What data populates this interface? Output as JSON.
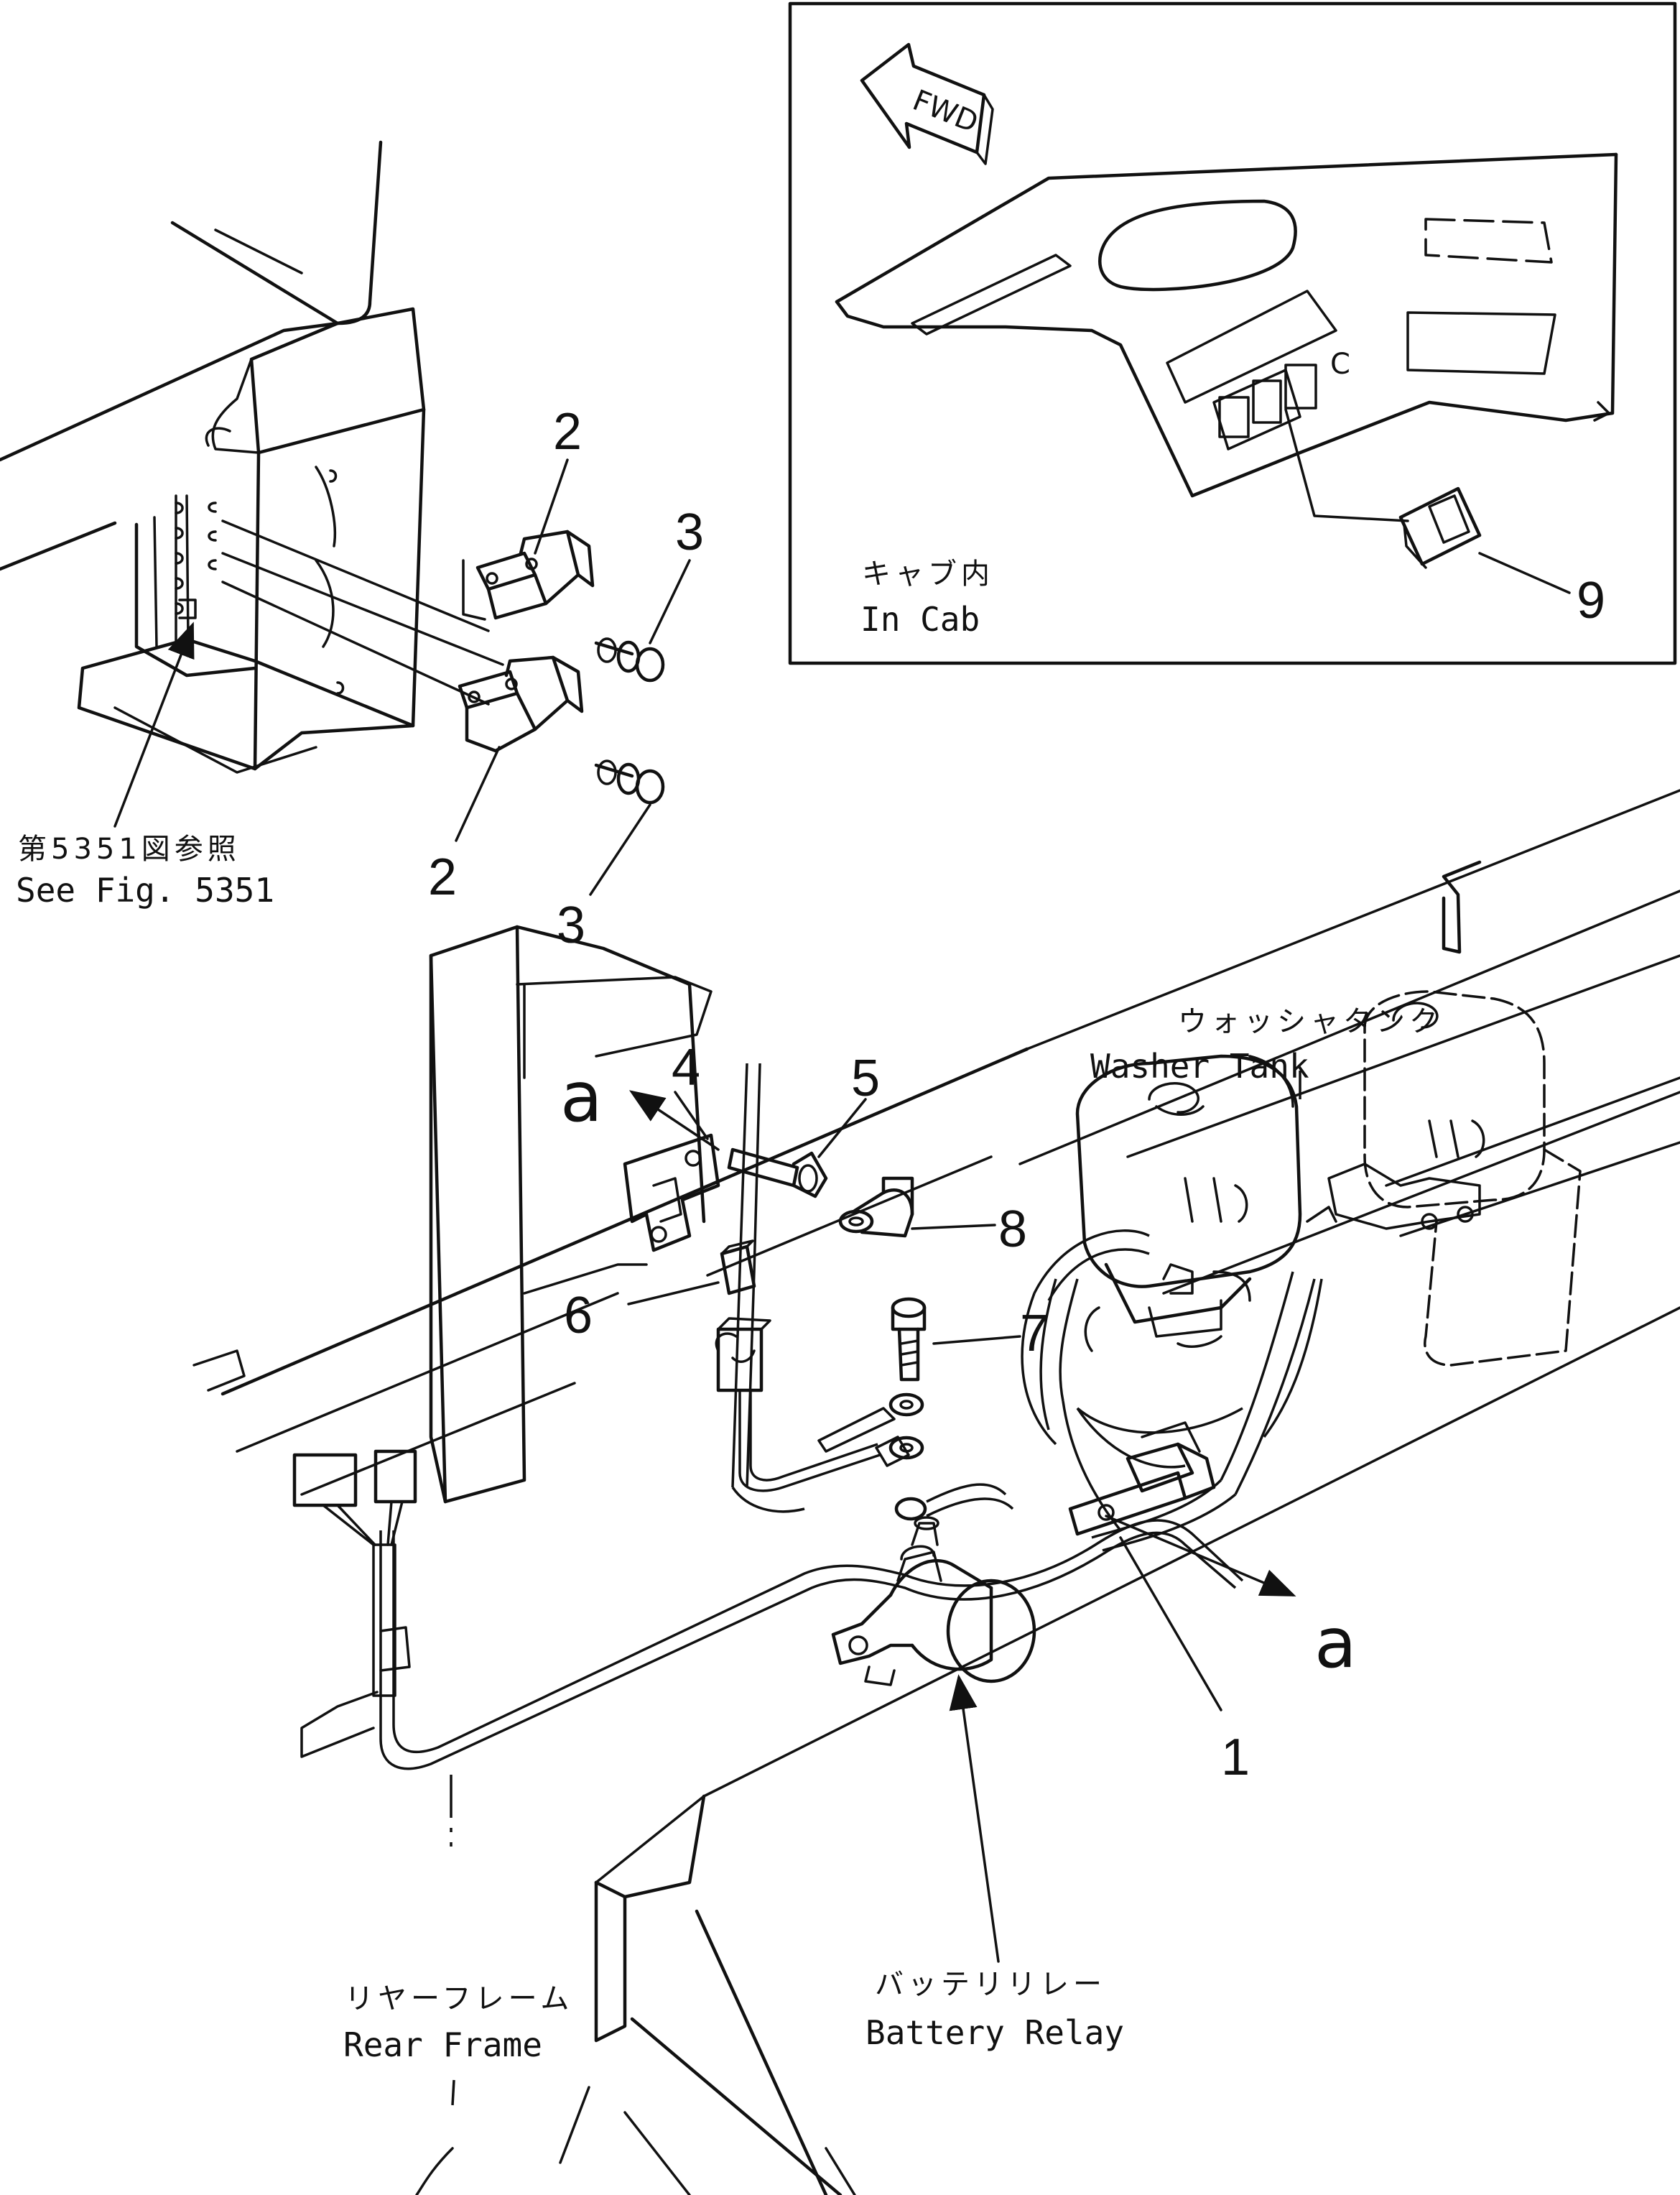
{
  "inset": {
    "direction_label": "FWD",
    "label_jp": "キャブ内",
    "label_en": "In  Cab",
    "switch_tag": "C"
  },
  "callouts": {
    "p1": "1",
    "p2a": "2",
    "p2b": "2",
    "p3a": "3",
    "p3b": "3",
    "p4": "4",
    "p5": "5",
    "p6": "6",
    "p7": "7",
    "p8": "8",
    "p9": "9",
    "ref_a_top": "a",
    "ref_a_bottom": "a"
  },
  "labels": {
    "see_fig_jp": "第5351図参照",
    "see_fig_en": "See  Fig. 5351",
    "washer_tank_jp": "ウォッシャタンク",
    "washer_tank_en": "Washer  Tank",
    "battery_relay_jp": "バッテリリレー",
    "battery_relay_en": "Battery  Relay",
    "rear_frame_jp": "リヤーフレーム",
    "rear_frame_en": "Rear  Frame"
  }
}
